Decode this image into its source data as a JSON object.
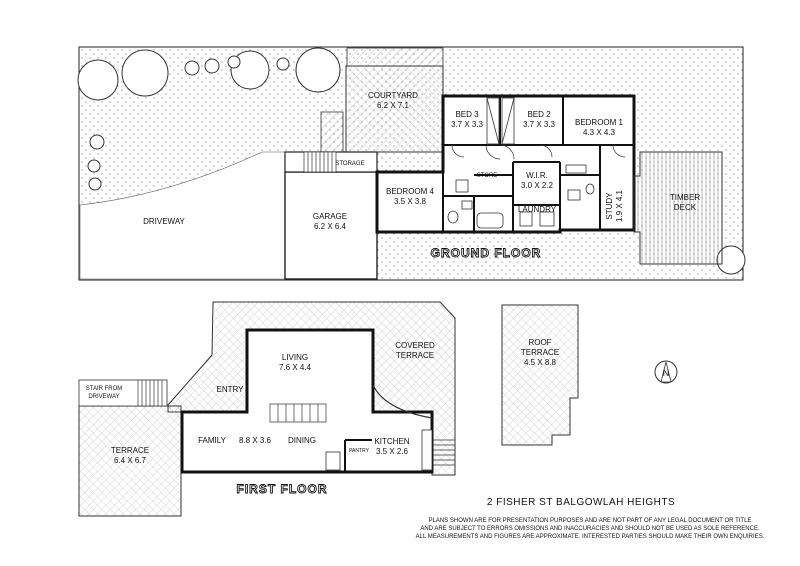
{
  "ground_floor": {
    "title": "GROUND FLOOR",
    "rooms": {
      "courtyard": {
        "name": "COURTYARD",
        "dims": "6.2 X 7.1"
      },
      "bed3": {
        "name": "BED 3",
        "dims": "3.7 X 3.3"
      },
      "bed2": {
        "name": "BED 2",
        "dims": "3.7 X 3.3"
      },
      "bedroom1": {
        "name": "BEDROOM 1",
        "dims": "4.3 X 4.3"
      },
      "storage": {
        "name": "STORAGE"
      },
      "store": {
        "name": "STORE"
      },
      "wir": {
        "name": "W.I.R.",
        "dims": "3.0 X 2.2"
      },
      "bedroom4": {
        "name": "BEDROOM 4",
        "dims": "3.5 X 3.8"
      },
      "study": {
        "name": "STUDY",
        "dims": "1.9 X 4.1"
      },
      "laundry": {
        "name": "LAUNDRY"
      },
      "garage": {
        "name": "GARAGE",
        "dims": "6.2 X 6.4"
      },
      "driveway": {
        "name": "DRIVEWAY"
      },
      "timber_deck": {
        "line1": "TIMBER",
        "line2": "DECK"
      }
    }
  },
  "first_floor": {
    "title": "FIRST FLOOR",
    "rooms": {
      "living": {
        "name": "LIVING",
        "dims": "7.6 X 4.4"
      },
      "covered_terrace": {
        "line1": "COVERED",
        "line2": "TERRACE"
      },
      "entry": {
        "name": "ENTRY"
      },
      "stair": {
        "line1": "STAIR FROM",
        "line2": "DRIVEWAY"
      },
      "family": {
        "name": "FAMILY"
      },
      "family_dining_dims": "8.8 X 3.6",
      "dining": {
        "name": "DINING"
      },
      "kitchen": {
        "name": "KITCHEN",
        "dims": "3.5 X 2.6"
      },
      "pantry": {
        "name": "PANTRY"
      },
      "terrace": {
        "name": "TERRACE",
        "dims": "6.4 X 6.7"
      }
    }
  },
  "roof_terrace": {
    "line1": "ROOF",
    "line2": "TERRACE",
    "dims": "4.5 X 8.8"
  },
  "north_marker": "N",
  "address": "2 FISHER ST BALGOWLAH HEIGHTS",
  "disclaimer": [
    "PLANS SHOWN ARE FOR PRESENTATION PURPOSES AND ARE NOT PART OF ANY LEGAL DOCUMENT OR TITLE",
    "AND ARE SUBJECT TO ERRORS OMISSIONS AND INACCURACIES AND SHOULD NOT BE USED AS SOLE REFERENCE.",
    "ALL MEASUREMENTS AND FIGURES ARE APPROXIMATE. INTERESTED PARTIES SHOULD MAKE THEIR OWN ENQUIRIES."
  ]
}
